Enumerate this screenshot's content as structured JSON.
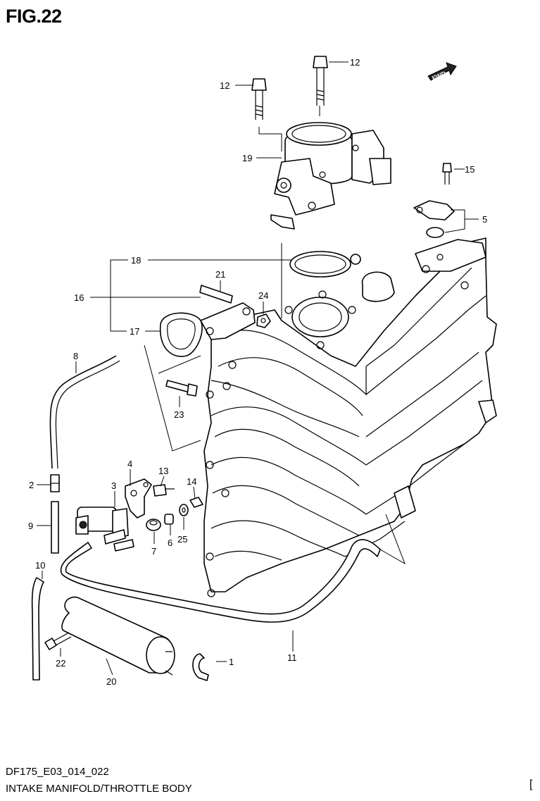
{
  "figure_title": "FIG.22",
  "footer": {
    "code": "DF175_E03_014_022",
    "caption": "INTAKE MANIFOLD/THROTTLE BODY",
    "page_mark": "["
  },
  "fwd_arrow": "FWD",
  "callouts": {
    "c1": "1",
    "c2": "2",
    "c3": "3",
    "c4": "4",
    "c5": "5",
    "c6": "6",
    "c7": "7",
    "c8": "8",
    "c9": "9",
    "c10": "10",
    "c11": "11",
    "c12a": "12",
    "c12b": "12",
    "c13": "13",
    "c14": "14",
    "c15": "15",
    "c16": "16",
    "c17": "17",
    "c18": "18",
    "c19": "19",
    "c20": "20",
    "c21": "21",
    "c22": "22",
    "c23": "23",
    "c24": "24",
    "c25": "25"
  }
}
